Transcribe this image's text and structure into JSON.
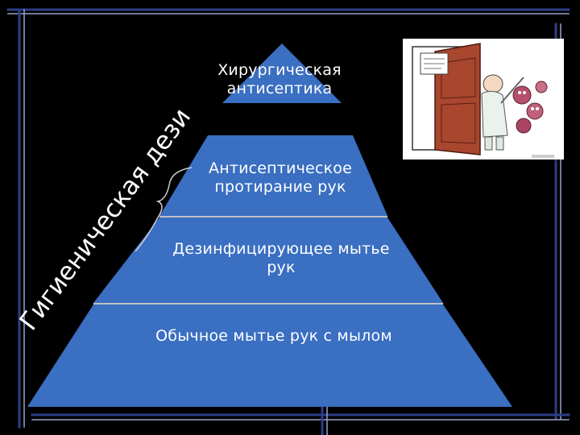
{
  "slide": {
    "background": "#000000",
    "pyramid_fill": "#3a6fc2",
    "separator_color": "#ffffff",
    "layers": [
      {
        "text": "Хирургическая антисептика"
      },
      {
        "text": "Антисептическое протирание рук"
      },
      {
        "text": "Дезинфицирующее мытье рук"
      },
      {
        "text": "Обычное мытье рук с мылом"
      }
    ],
    "curved_label": "Гигиеническая дезинфекция",
    "cartoon": {
      "icon": "cartoon-doctor-chasing-germs-icon"
    }
  }
}
